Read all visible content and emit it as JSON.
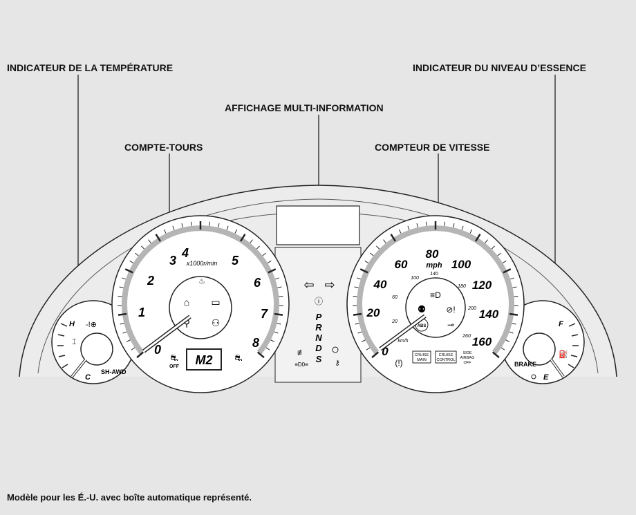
{
  "labels": {
    "temperature": "INDICATEUR DE LA TEMPÉRATURE",
    "fuel": "INDICATEUR DU NIVEAU D’ESSENCE",
    "multi_info": "AFFICHAGE MULTI-INFORMATION",
    "tachometer": "COMPTE-TOURS",
    "speedometer": "COMPTEUR DE VITESSE"
  },
  "caption": "Modèle pour les É.-U. avec boîte automatique représenté.",
  "tachometer": {
    "ticks": [
      "0",
      "1",
      "2",
      "3",
      "4",
      "5",
      "6",
      "7",
      "8"
    ],
    "unit": "x1000r/min",
    "mode": "M2"
  },
  "speedometer": {
    "mph_ticks": [
      "0",
      "20",
      "40",
      "60",
      "80",
      "100",
      "120",
      "140",
      "160"
    ],
    "mph_unit": "mph",
    "kmh_ticks": [
      "20",
      "60",
      "100",
      "140",
      "180",
      "200",
      "260"
    ],
    "kmh_unit": "km/h",
    "cruise_main": [
      "CRUISE",
      "MAIN"
    ],
    "cruise_control": [
      "CRUISE",
      "CONTROL"
    ],
    "side_airbag": [
      "SIDE",
      "AIRBAG",
      "OFF"
    ],
    "abs": "ABS"
  },
  "temp_gauge": {
    "hot": "H",
    "cold": "C",
    "awd": "SH-AWD"
  },
  "fuel_gauge": {
    "full": "F",
    "empty": "E",
    "brake": "BRAKE"
  },
  "gear": [
    "P",
    "R",
    "N",
    "D",
    "S"
  ],
  "tcs_off": "OFF"
}
